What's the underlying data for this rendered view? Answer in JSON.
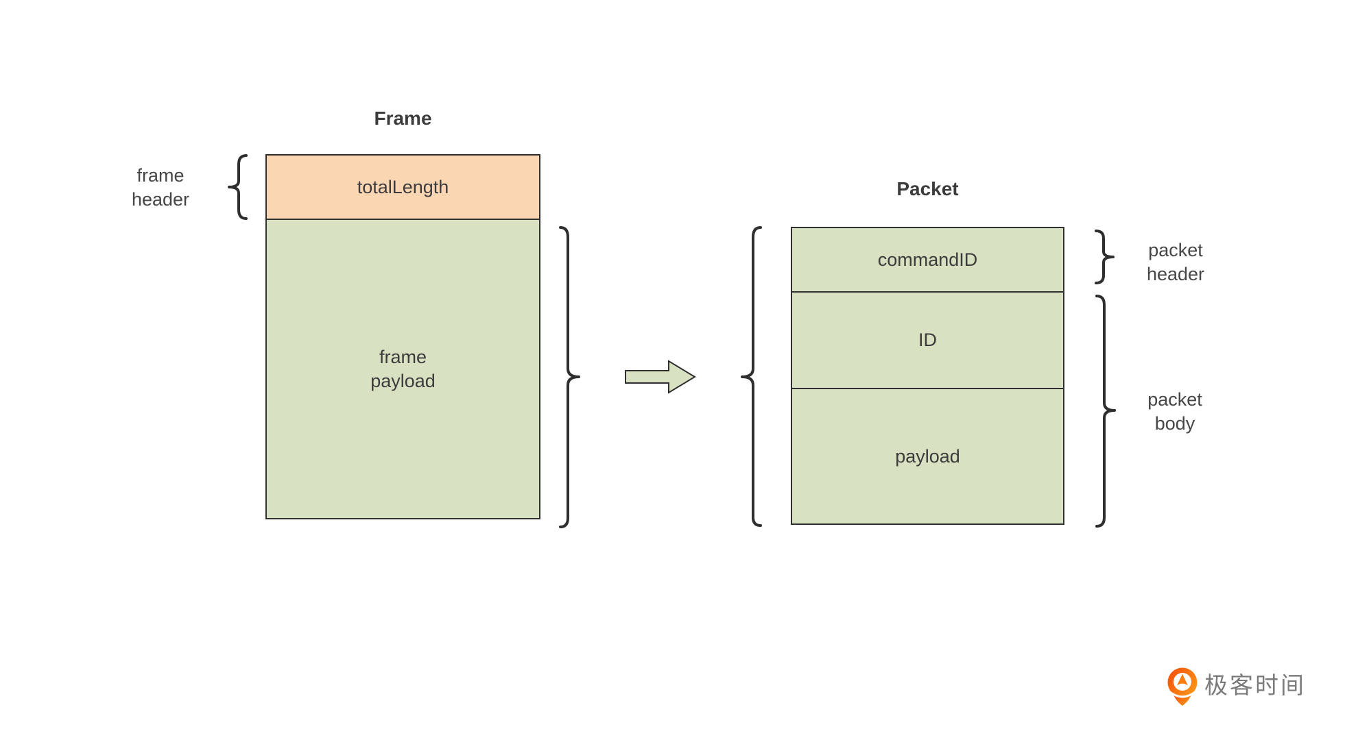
{
  "frame": {
    "title": "Frame",
    "header_label": "frame\nheader",
    "total_length": "totalLength",
    "payload": "frame\npayload"
  },
  "packet": {
    "title": "Packet",
    "command_id": "commandID",
    "id": "ID",
    "payload": "payload",
    "header_label": "packet\nheader",
    "body_label": "packet\nbody"
  },
  "brand": {
    "name": "极客时间"
  },
  "icons": {
    "transform_arrow": "right-arrow-icon",
    "brand_logo": "geektime-logo-icon"
  },
  "colors": {
    "box_peach": "#FBD6B3",
    "box_green": "#D8E2C2",
    "line": "#2F2F2F",
    "text": "#3C3C3C",
    "label": "#464646",
    "brand_orange_start": "#F4500D",
    "brand_orange_end": "#FA9A18",
    "brand_arrow": "#F87E12",
    "brand_gray": "#7B7B7B"
  }
}
